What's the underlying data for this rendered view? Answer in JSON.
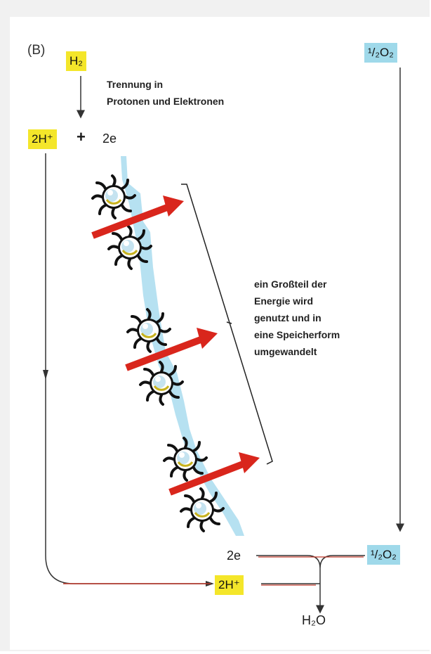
{
  "panel_label": "(B)",
  "h2_label": "H₂",
  "o2_top_label": "¹/₂O₂",
  "separation_note": [
    "Trennung in",
    "Protonen und Elektronen"
  ],
  "protons_label": "2H⁺",
  "plus_sign": "+",
  "electrons_top_label": "2e",
  "energy_note": [
    "ein Großteil der",
    "Energie wird",
    "genutzt und in",
    "eine Speicherform",
    "umgewandelt"
  ],
  "electrons_bottom_label": "2e",
  "o2_bottom_label": "¹/₂O₂",
  "protons_bottom_label": "2H⁺",
  "water_label": "H₂O",
  "colors": {
    "highlight_yellow": "#f4e62a",
    "highlight_blue": "#9fd9ea",
    "energy_arrow": "#d9261c",
    "electron_stream": "#a9dcef"
  },
  "icons": [
    "redox-carrier-icon",
    "energy-arrow-icon",
    "bracket-icon"
  ]
}
